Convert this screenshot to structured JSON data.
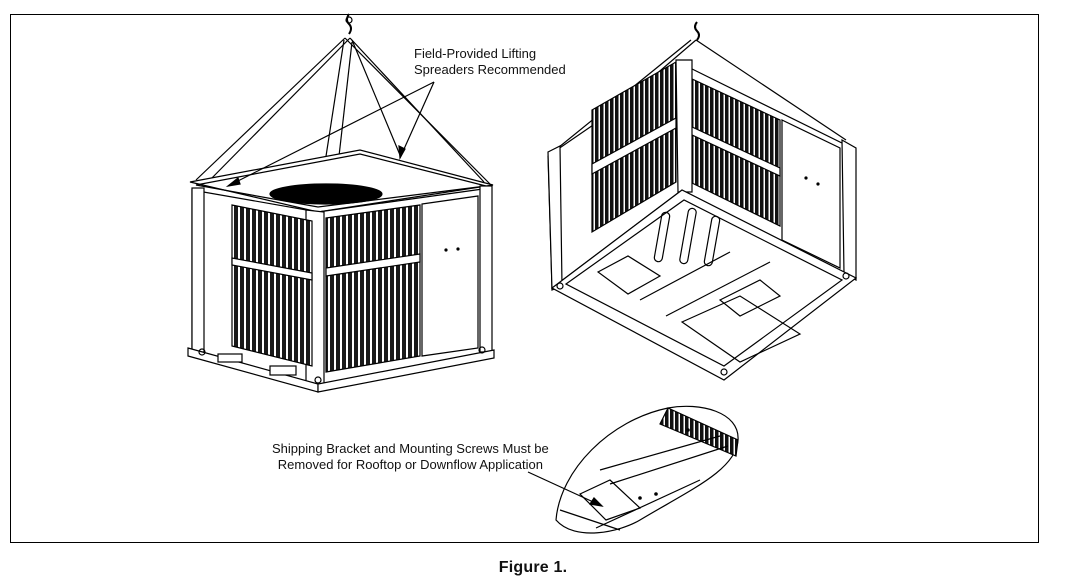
{
  "callouts": {
    "spreaders_line1": "Field-Provided Lifting",
    "spreaders_line2": "Spreaders Recommended",
    "bracket_line1": "Shipping Bracket and Mounting Screws Must be",
    "bracket_line2": "Removed for Rooftop or Downflow Application"
  },
  "caption": "Figure 1."
}
